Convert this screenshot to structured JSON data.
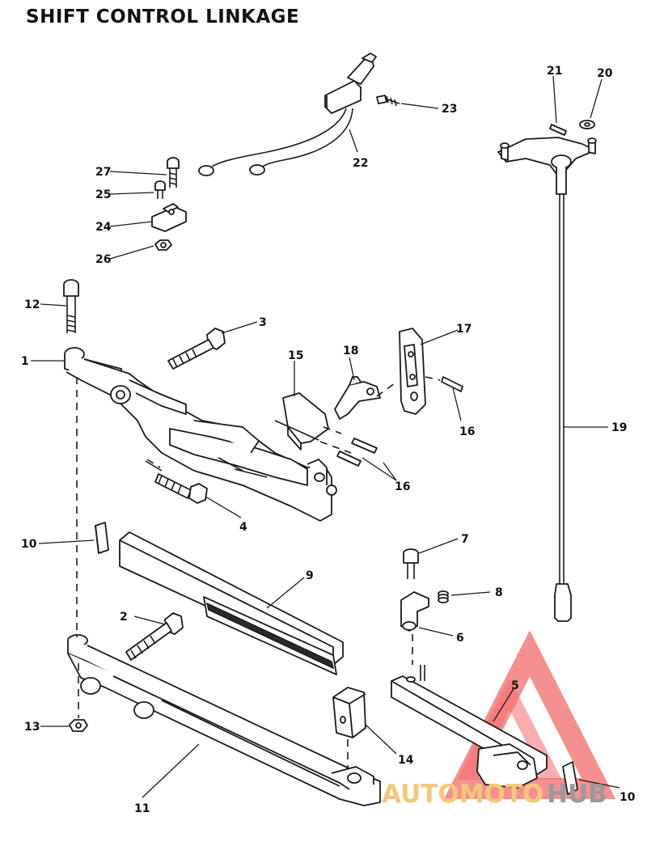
{
  "title": "SHIFT CONTROL LINKAGE",
  "callouts": [
    "1",
    "2",
    "3",
    "4",
    "5",
    "6",
    "7",
    "8",
    "9",
    "10",
    "10",
    "11",
    "12",
    "13",
    "14",
    "15",
    "16",
    "16",
    "17",
    "18",
    "19",
    "20",
    "21",
    "22",
    "23",
    "24",
    "25",
    "26",
    "27"
  ],
  "watermark": {
    "text_a": "AUTOMOTO",
    "text_b": "HUB",
    "color_triangle": "#f26b6b",
    "color_text_a": "#f6c77a",
    "color_text_b": "#9a9a9a"
  }
}
